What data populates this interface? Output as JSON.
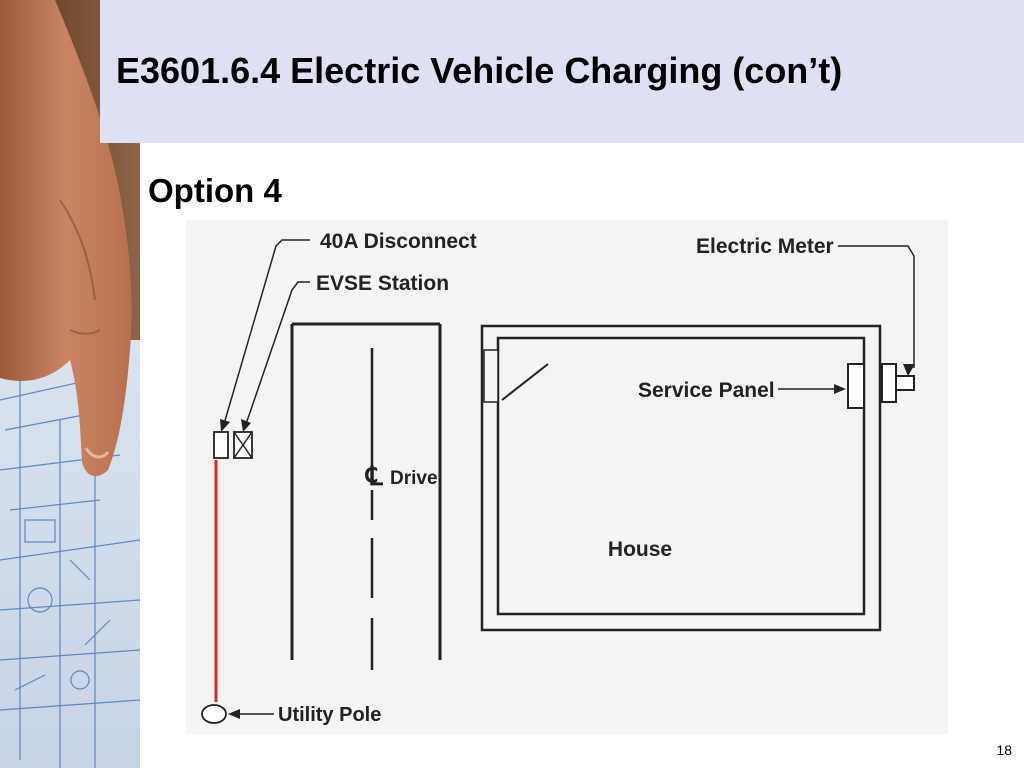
{
  "slide": {
    "title": "E3601.6.4  Electric Vehicle Charging (con’t)",
    "subtitle": "Option 4",
    "page_number": "18"
  },
  "diagram": {
    "labels": {
      "disconnect": "40A Disconnect",
      "evse": "EVSE Station",
      "meter": "Electric Meter",
      "service_panel": "Service Panel",
      "drive_symbol": "℄",
      "drive": "Drive",
      "house": "House",
      "utility_pole": "Utility Pole"
    },
    "colors": {
      "feeder_line": "#d32f1f",
      "title_bar": "#dde1f3"
    }
  }
}
